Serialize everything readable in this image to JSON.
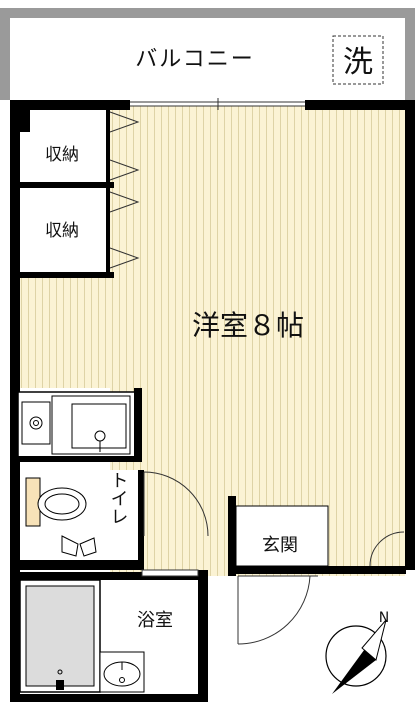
{
  "floorplan": {
    "balcony_label": "バルコニー",
    "laundry_label": "洗",
    "storage_top_label": "収納",
    "storage_bottom_label": "収納",
    "main_room_label": "洋室８帖",
    "toilet_label": "トイレ",
    "entrance_label": "玄関",
    "bath_label": "浴室",
    "compass_label": "N"
  },
  "colors": {
    "wall": "#000000",
    "balcony_wall": "#9a9a9a",
    "floor": "#fbf3d4",
    "floor_line": "#ded3a6",
    "tub": "#dcdcdc",
    "fixture": "#ffffff"
  }
}
